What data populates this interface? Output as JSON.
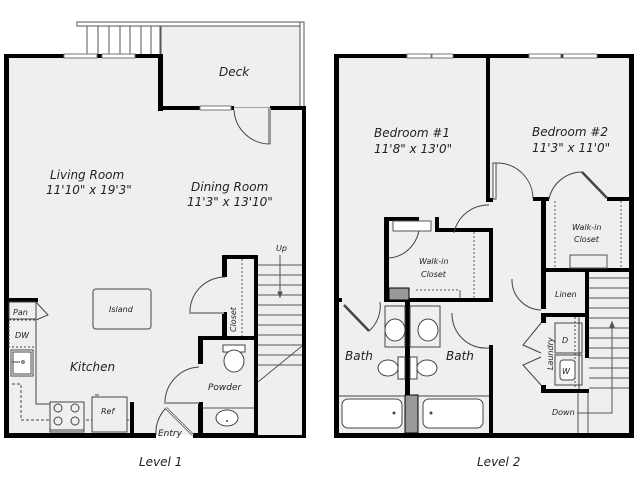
{
  "levels": [
    {
      "caption": "Level 1",
      "rooms": {
        "deck": {
          "name": "Deck"
        },
        "living_room": {
          "name": "Living Room",
          "size": "11'10\" x 19'3\""
        },
        "dining_room": {
          "name": "Dining Room",
          "size": "11'3\" x 13'10\""
        },
        "kitchen": {
          "name": "Kitchen"
        },
        "island": {
          "name": "Island"
        },
        "pantry": {
          "name": "Pan"
        },
        "dishwasher": {
          "name": "DW"
        },
        "refrigerator": {
          "name": "Ref"
        },
        "closet": {
          "name": "Closet"
        },
        "powder": {
          "name": "Powder"
        },
        "entry": {
          "name": "Entry"
        },
        "stairs": {
          "name": "Up"
        }
      }
    },
    {
      "caption": "Level 2",
      "rooms": {
        "bedroom1": {
          "name": "Bedroom #1",
          "size": "11'8\" x 13'0\""
        },
        "bedroom2": {
          "name": "Bedroom #2",
          "size": "11'3\" x 11'0\""
        },
        "walkin1": {
          "line1": "Walk-in",
          "line2": "Closet"
        },
        "walkin2": {
          "line1": "Walk-in",
          "line2": "Closet"
        },
        "bath1": {
          "name": "Bath"
        },
        "bath2": {
          "name": "Bath"
        },
        "linen": {
          "name": "Linen"
        },
        "laundry": {
          "name": "Laundry"
        },
        "dryer": {
          "name": "D"
        },
        "washer": {
          "name": "W"
        },
        "stairs": {
          "name": "Down"
        }
      }
    }
  ],
  "colors": {
    "wall": "#000000",
    "floor": "#efefef",
    "fixture_line": "#444444",
    "shaft": "#999999",
    "background": "#ffffff"
  }
}
